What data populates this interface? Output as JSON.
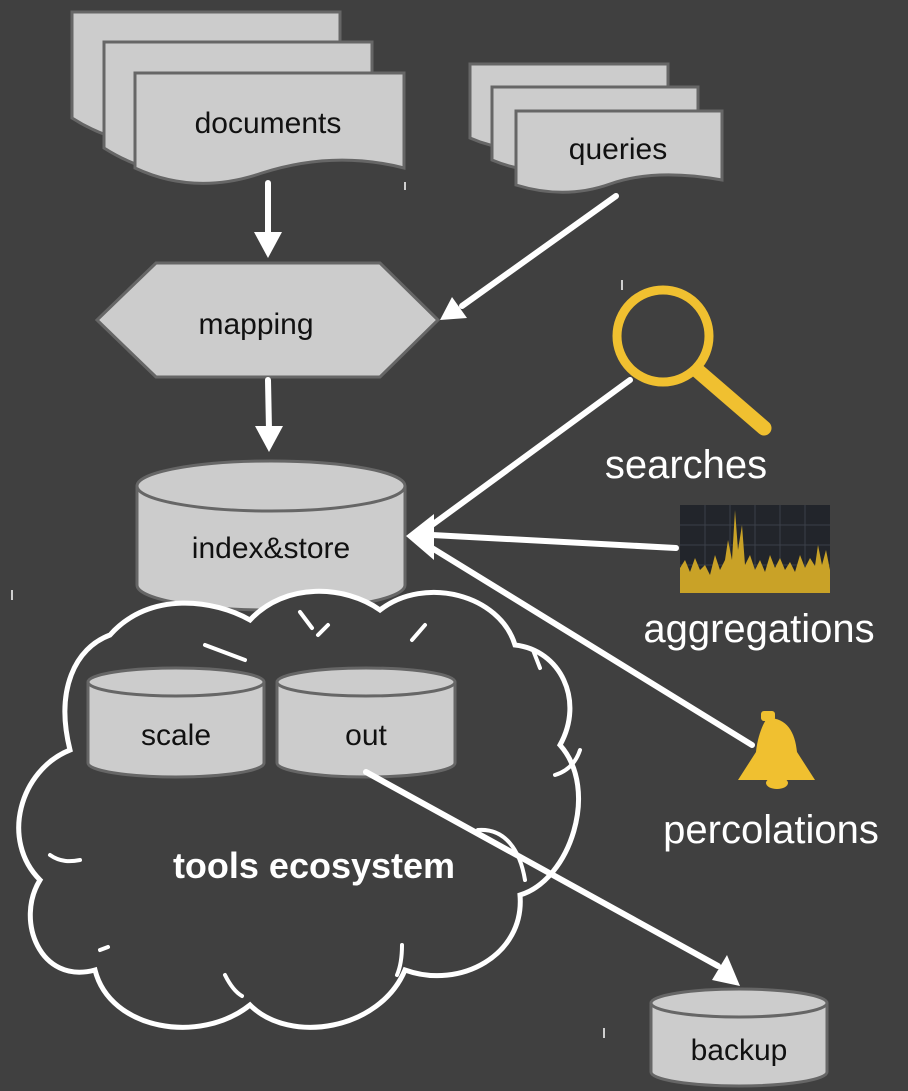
{
  "nodes": {
    "documents": "documents",
    "queries": "queries",
    "mapping": "mapping",
    "index_store": "index&store",
    "scale": "scale",
    "out": "out",
    "tools_ecosystem": "tools ecosystem",
    "backup": "backup"
  },
  "operations": {
    "searches": "searches",
    "aggregations": "aggregations",
    "percolations": "percolations"
  },
  "colors": {
    "background": "#404040",
    "shape_fill": "#cccccc",
    "shape_stroke": "#666666",
    "accent": "#f0c030",
    "arrow": "#ffffff"
  },
  "icons": {
    "searches": "magnifier-icon",
    "aggregations": "histogram-icon",
    "percolations": "bell-icon"
  }
}
